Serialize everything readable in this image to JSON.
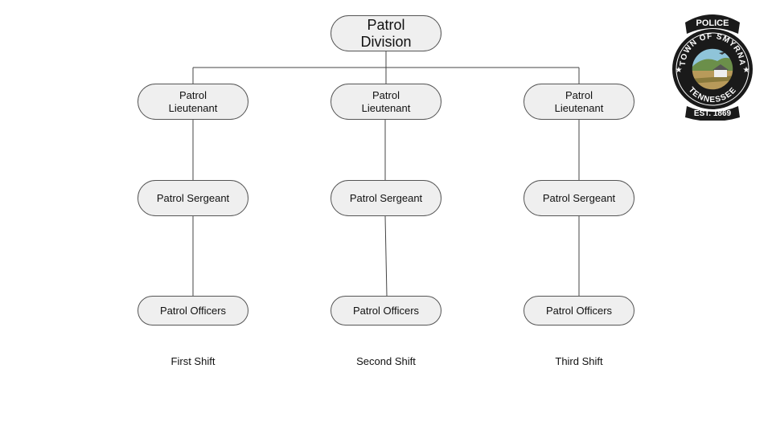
{
  "chart": {
    "root": "Patrol\nDivision",
    "shifts": [
      {
        "lieutenant": "Patrol\nLieutenant",
        "sergeant": "Patrol Sergeant",
        "officers": "Patrol Officers",
        "shift": "First Shift"
      },
      {
        "lieutenant": "Patrol\nLieutenant",
        "sergeant": "Patrol Sergeant",
        "officers": "Patrol Officers",
        "shift": "Second Shift"
      },
      {
        "lieutenant": "Patrol\nLieutenant",
        "sergeant": "Patrol Sergeant",
        "officers": "Patrol Officers",
        "shift": "Third Shift"
      }
    ]
  },
  "seal": {
    "top_text": "POLICE",
    "ring_text": "TOWN OF SMYRNA",
    "state_text": "TENNESSEE",
    "est_text": "EST. 1869"
  },
  "colors": {
    "node_fill": "#efefef",
    "node_border": "#555555",
    "connector": "#444444",
    "seal_dark": "#1a1a1a"
  }
}
